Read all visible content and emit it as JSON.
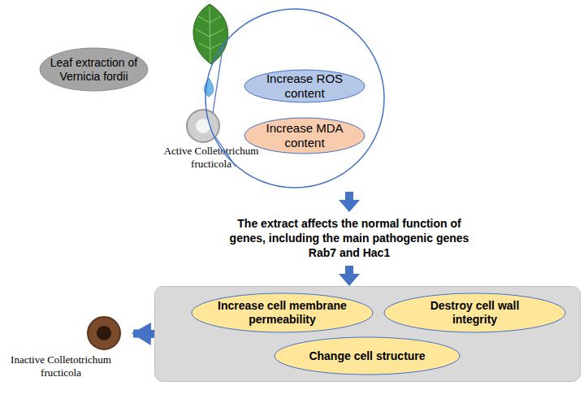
{
  "diagram": {
    "nodes": [
      {
        "text": [
          "Leaf extraction of Vernicia fordii"
        ]
      },
      {
        "text": [
          "Active Colletotrichum fructicola"
        ]
      },
      {
        "text": []
      },
      {
        "text": [
          "Increase ROS content"
        ],
        "in": 2
      },
      {
        "text": [
          "Increase MDA content"
        ],
        "in": 2
      },
      {
        "text": []
      },
      {
        "text": [
          "Increase cell membrane permeability"
        ],
        "in": 5
      },
      {
        "text": [
          "Destroy cell wall integrity"
        ],
        "in": 5
      },
      {
        "text": [
          "Change cell structure"
        ],
        "in": 5
      },
      {
        "text": [
          "Inactive Colletotrichum fructicola"
        ]
      }
    ],
    "edges": [
      {
        "from": 1,
        "to": 2,
        "arrow": "none"
      },
      {
        "from": 1,
        "to": 2,
        "arrow": "none"
      },
      {
        "from": 5,
        "to": 9,
        "arrow": "to"
      }
    ],
    "labels": [
      "The extract affects the normal function of genes, including the main pathogenic genes Rab7 and Hac1"
    ]
  }
}
